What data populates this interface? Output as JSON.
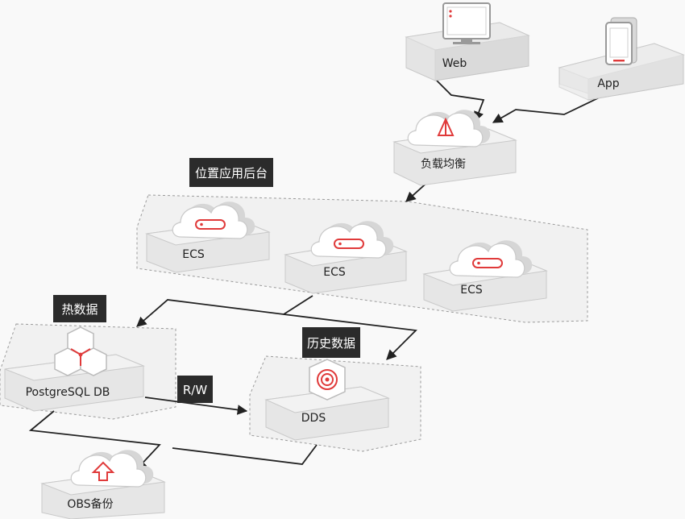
{
  "nodes": {
    "web": "Web",
    "app": "App",
    "elb": "负载均衡",
    "ecs1": "ECS",
    "ecs2": "ECS",
    "ecs3": "ECS",
    "postgres": "PostgreSQL DB",
    "dds": "DDS",
    "obs": "OBS备份"
  },
  "groups": {
    "backend": "位置应用后台",
    "hot": "热数据",
    "history": "历史数据"
  },
  "edge_labels": {
    "rw": "R/W"
  },
  "colors": {
    "accent": "#e03a3a",
    "tag_bg": "#2b2b2b",
    "box_top": "#f2f2f2",
    "box_front": "#e4e4e4"
  }
}
